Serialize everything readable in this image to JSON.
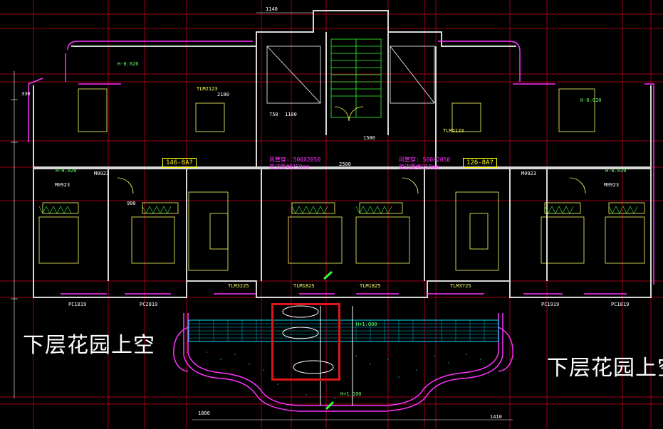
{
  "labels": {
    "left_void": "下层花园上空",
    "right_void": "下层花园上空",
    "area_left": "146-8A?",
    "area_right": "126-8A?"
  },
  "annotations": {
    "duct_left": "风管穿: 500X2050",
    "duct_left_sub": "底边距地250mm",
    "duct_right": "风管穿: 500X2050",
    "duct_right_sub": "底边距地250mm",
    "elev_left_1": "H-0.020",
    "elev_left_2": "H-0.020",
    "elev_right_1": "H-0.020",
    "elev_right_2": "H-0.020",
    "garden_elev": "H+1.000",
    "garden_elev_2": "H+1.100"
  },
  "dimensions": {
    "top_1140": "1140",
    "d_750": "750",
    "d_1100": "1100",
    "d_1500": "1500",
    "d_2500": "2500",
    "d_900": "900",
    "d_2100": "2100",
    "d_1800": "1800",
    "d_1410": "1410",
    "d_330": "330"
  },
  "windows": {
    "w1": "TLM2123",
    "w2": "TLM2123",
    "w3": "TLM3225",
    "w4": "TLM1825",
    "w5": "TLM1825",
    "w6": "TLM3725",
    "w7": "PC1819",
    "w8": "PC2819",
    "w9": "PC1919",
    "w10": "PC1819",
    "w11": "M0923",
    "w12": "M0923",
    "w13": "M0923",
    "w14": "M0923"
  },
  "colors": {
    "background": "#000000",
    "wall": "#ff3333",
    "grid": "#b00020",
    "furniture": "#ffff66",
    "text_white": "#ffffff",
    "accent_magenta": "#ff33ff",
    "accent_green": "#33ff33",
    "garden_cyan": "#00e5ff",
    "selection": "#e01515"
  }
}
